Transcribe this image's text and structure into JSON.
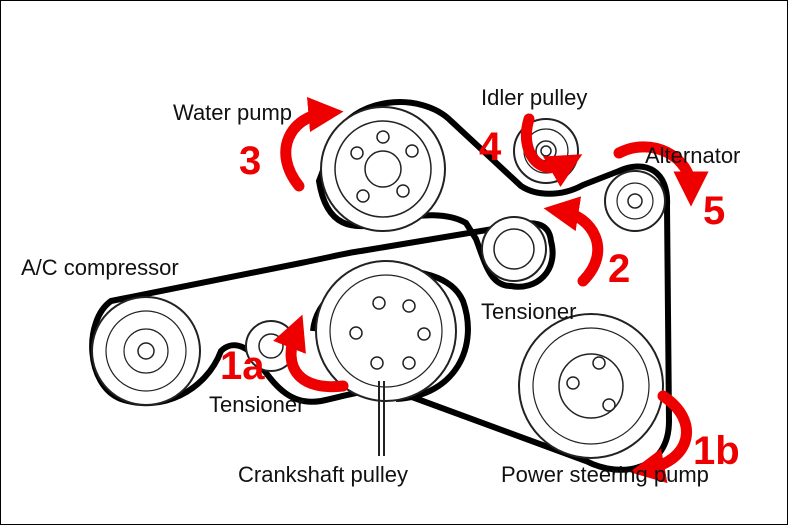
{
  "colors": {
    "belt": "#000000",
    "pulley_line": "#222222",
    "arrow": "#ee0000",
    "background": "#ffffff"
  },
  "labels": {
    "water_pump": "Water pump",
    "idler_pulley": "Idler pulley",
    "alternator": "Alternator",
    "ac_compressor": "A/C compressor",
    "tensioner_upper": "Tensioner",
    "tensioner_lower": "Tensioner",
    "crankshaft_pulley": "Crankshaft pulley",
    "power_steering_pump": "Power steering pump"
  },
  "steps": {
    "s1a": "1a",
    "s1b": "1b",
    "s2": "2",
    "s3": "3",
    "s4": "4",
    "s5": "5"
  },
  "icons": {
    "step_arrow": "curved-arrow-icon"
  }
}
